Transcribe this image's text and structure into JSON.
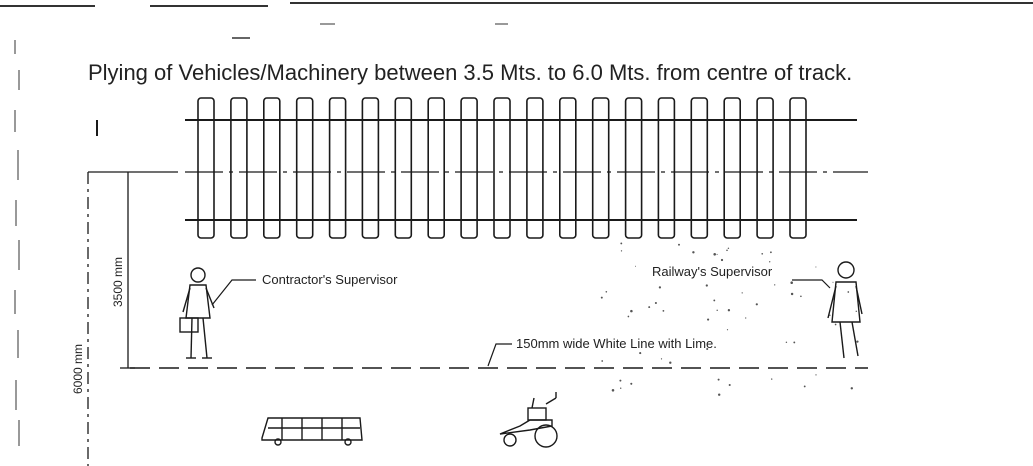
{
  "title": "Plying of Vehicles/Machinery between 3.5 Mts. to 6.0 Mts. from centre of track.",
  "labels": {
    "contractor_supervisor": "Contractor's Supervisor",
    "railway_supervisor": "Railway's Supervisor",
    "white_line": "150mm wide White Line with Lime.",
    "dim_3500": "3500 mm",
    "dim_6000": "6000 mm"
  },
  "track": {
    "sleeper_count": 19
  },
  "colors": {
    "ink": "#1a1a1a",
    "background": "#ffffff"
  },
  "icons": [
    "person-contractor-icon",
    "person-railway-icon",
    "bus-icon",
    "tractor-icon"
  ]
}
